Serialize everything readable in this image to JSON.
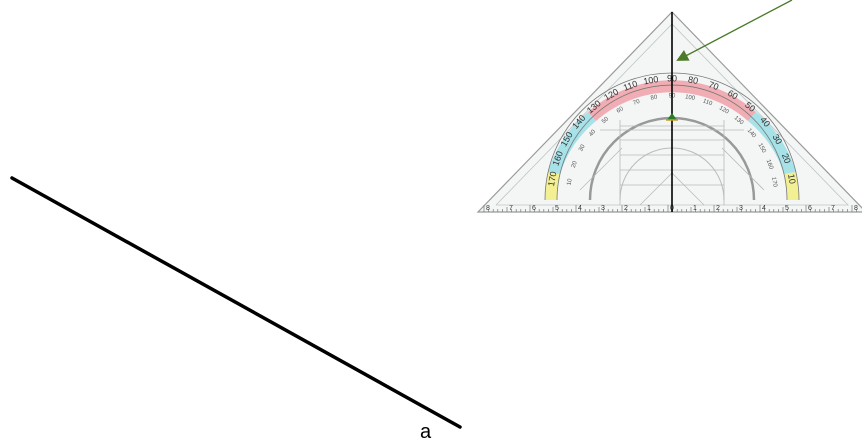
{
  "line_label": "a",
  "protractor": {
    "outer_degrees": [
      "170",
      "160",
      "150",
      "140",
      "130",
      "120",
      "110",
      "100",
      "90",
      "80",
      "70",
      "60",
      "50",
      "40",
      "30",
      "20",
      "10"
    ],
    "inner_degrees": [
      "10",
      "20",
      "30",
      "40",
      "50",
      "60",
      "70",
      "80",
      "90",
      "100",
      "110",
      "120",
      "130",
      "140",
      "150",
      "160",
      "170"
    ],
    "ruler_numbers": [
      "8",
      "7",
      "6",
      "5",
      "4",
      "3",
      "2",
      "1",
      "0",
      "1",
      "2",
      "3",
      "4",
      "5",
      "6",
      "7",
      "8"
    ],
    "band_colors": {
      "yellow": "#f3f08a",
      "cyan": "#9fe0e8",
      "red": "#f0a0a8"
    }
  },
  "colors": {
    "line": "#000000",
    "arrow": "#4a7a2a",
    "triangle_edge": "#9a9a9a",
    "triangle_fill": "#f4f6f6"
  }
}
